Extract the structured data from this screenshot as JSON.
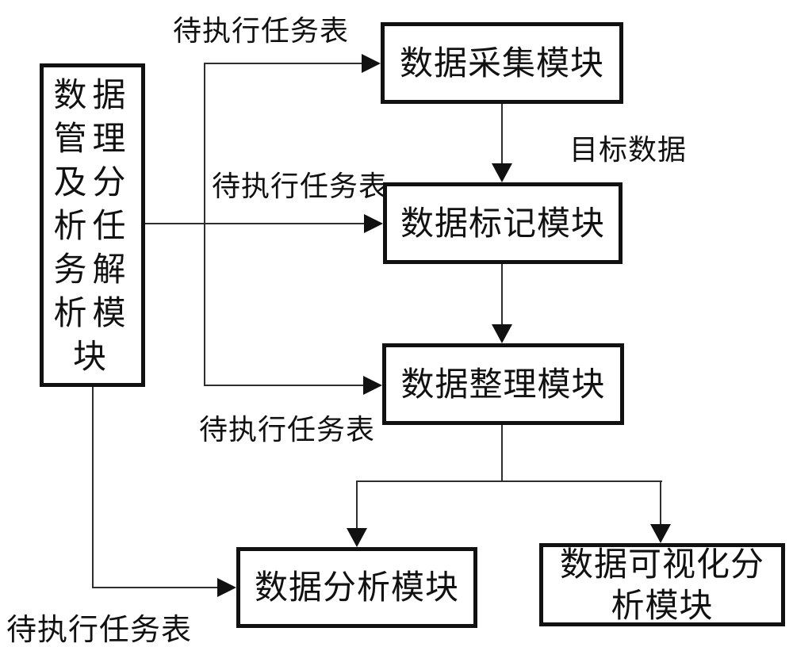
{
  "diagram": {
    "background_color": "#ffffff",
    "border_color": "#111111",
    "line_color": "#2e2e2e",
    "nodes": [
      {
        "id": "parse",
        "label": "数据管理及分析任务解析模块"
      },
      {
        "id": "collect",
        "label": "数据采集模块"
      },
      {
        "id": "mark",
        "label": "数据标记模块"
      },
      {
        "id": "organize",
        "label": "数据整理模块"
      },
      {
        "id": "analyze",
        "label": "数据分析模块"
      },
      {
        "id": "visualize",
        "label": "数据可视化分析模块"
      }
    ],
    "edge_labels": [
      {
        "id": "task-top",
        "text": "待执行任务表"
      },
      {
        "id": "task-middle",
        "text": "待执行任务表"
      },
      {
        "id": "target-data",
        "text": "目标数据"
      },
      {
        "id": "task-lower",
        "text": "待执行任务表"
      },
      {
        "id": "task-bottom",
        "text": "待执行任务表"
      }
    ]
  }
}
